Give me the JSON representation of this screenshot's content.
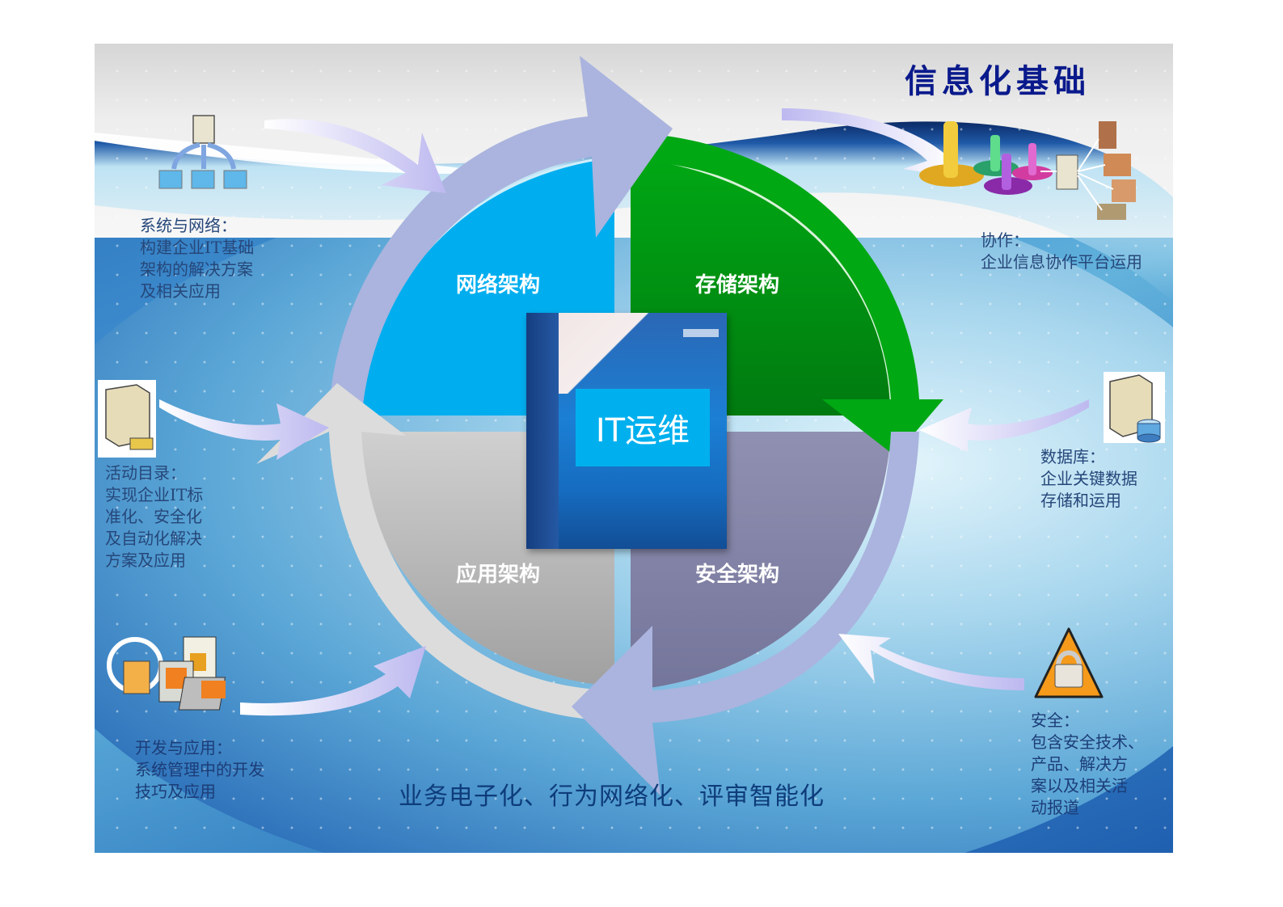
{
  "slide": {
    "title": "信息化基础",
    "center_label": "IT运维",
    "bottom_tagline": "业务电子化、行为网络化、评审智能化"
  },
  "quadrants": [
    {
      "label": "网络架构",
      "color": "#00aeef",
      "position": "top-left"
    },
    {
      "label": "存储架构",
      "color": "#009a1a",
      "position": "top-right"
    },
    {
      "label": "应用架构",
      "color": "#bdbdbd",
      "position": "bottom-left"
    },
    {
      "label": "安全架构",
      "color": "#8585a6",
      "position": "bottom-right"
    }
  ],
  "cycle_arrow_colors": {
    "lavender": "#aab4de",
    "light_gray": "#dcdcdc",
    "green": "#00a814",
    "feeder": "#c4c2f2"
  },
  "captions": [
    {
      "id": "system-network",
      "icon": "server-network-icon",
      "text": "系统与网络：\n构建企业IT基础\n架构的解决方案\n及相关应用"
    },
    {
      "id": "collaboration",
      "icon": "collaboration-network-icon",
      "text": "协作：\n企业信息协作平台运用"
    },
    {
      "id": "active-directory",
      "icon": "directory-server-icon",
      "text": "活动目录：\n实现企业IT标\n准化、安全化\n及自动化解决\n方案及应用"
    },
    {
      "id": "database",
      "icon": "database-server-icon",
      "text": "数据库：\n企业关键数据\n存储和运用"
    },
    {
      "id": "development",
      "icon": "dev-tools-icon",
      "text": "开发与应用：\n系统管理中的开发\n技巧及应用"
    },
    {
      "id": "security",
      "icon": "security-lock-icon",
      "text": "安全：\n包含安全技术、\n产品、解决方\n案以及相关活\n动报道"
    }
  ]
}
